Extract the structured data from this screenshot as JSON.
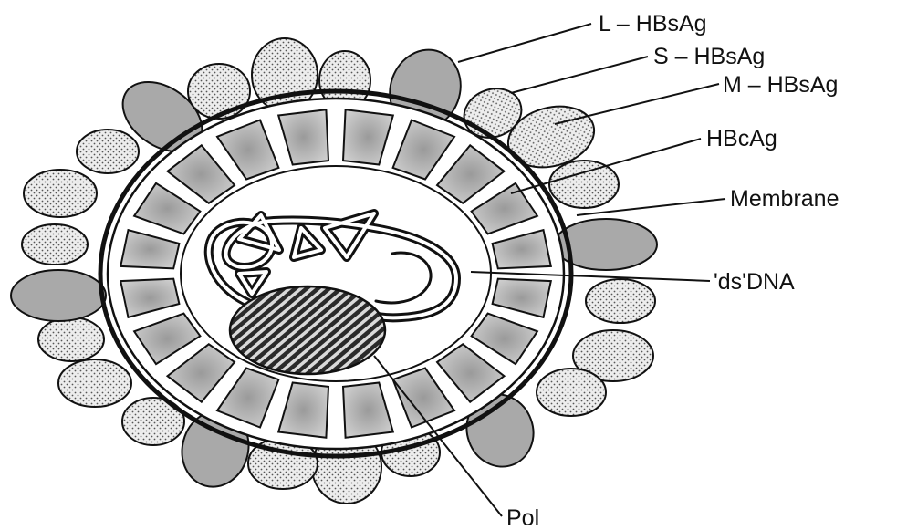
{
  "labels": {
    "l_hbsag": "L – HBsAg",
    "s_hbsag": "S – HBsAg",
    "m_hbsag": "M – HBsAg",
    "hbcag": "HBcAg",
    "membrane": "Membrane",
    "ds_dna": "'ds'DNA",
    "pol": "Pol"
  },
  "colors": {
    "background": "#ffffff",
    "ink": "#111111",
    "large_protein": "#a9a9a9",
    "small_protein": "#ececec",
    "capsomer": "#c8c8c8",
    "capsomer_center": "#9e9e9e"
  }
}
